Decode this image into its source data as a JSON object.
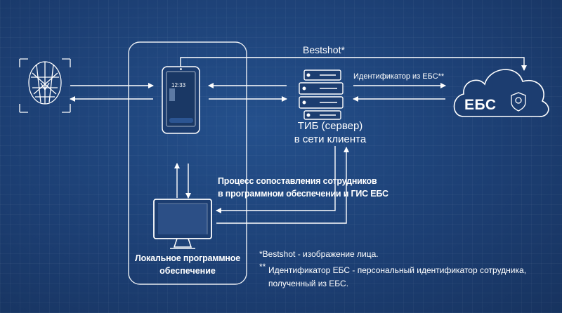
{
  "labels": {
    "bestshot": "Bestshot*",
    "identifier": "Идентификатор из ЕБС**",
    "tib_line1": "ТИБ (сервер)",
    "tib_line2": "в сети клиента",
    "process_line1": "Процесс сопоставления сотрудников",
    "process_line2": "в программном обеспечении и ГИС ЕБС",
    "local_line1": "Локальное программное",
    "local_line2": "обеспечение",
    "ebs": "ЕБС"
  },
  "footnotes": {
    "fn1": "*Bestshot - изображение лица.",
    "fn2_mark": "**",
    "fn2_line1": "Идентификатор ЕБС - персональный идентификатор сотрудника,",
    "fn2_line2": "полученный из ЕБС."
  },
  "terminal_screen": {
    "time": "12:33",
    "date": "..."
  },
  "icons": [
    "face-scan-icon",
    "terminal-icon",
    "server-icon",
    "cloud-icon",
    "monitor-icon",
    "shield-icon"
  ],
  "colors": {
    "background": "#1d3f73",
    "line": "#ffffff"
  }
}
